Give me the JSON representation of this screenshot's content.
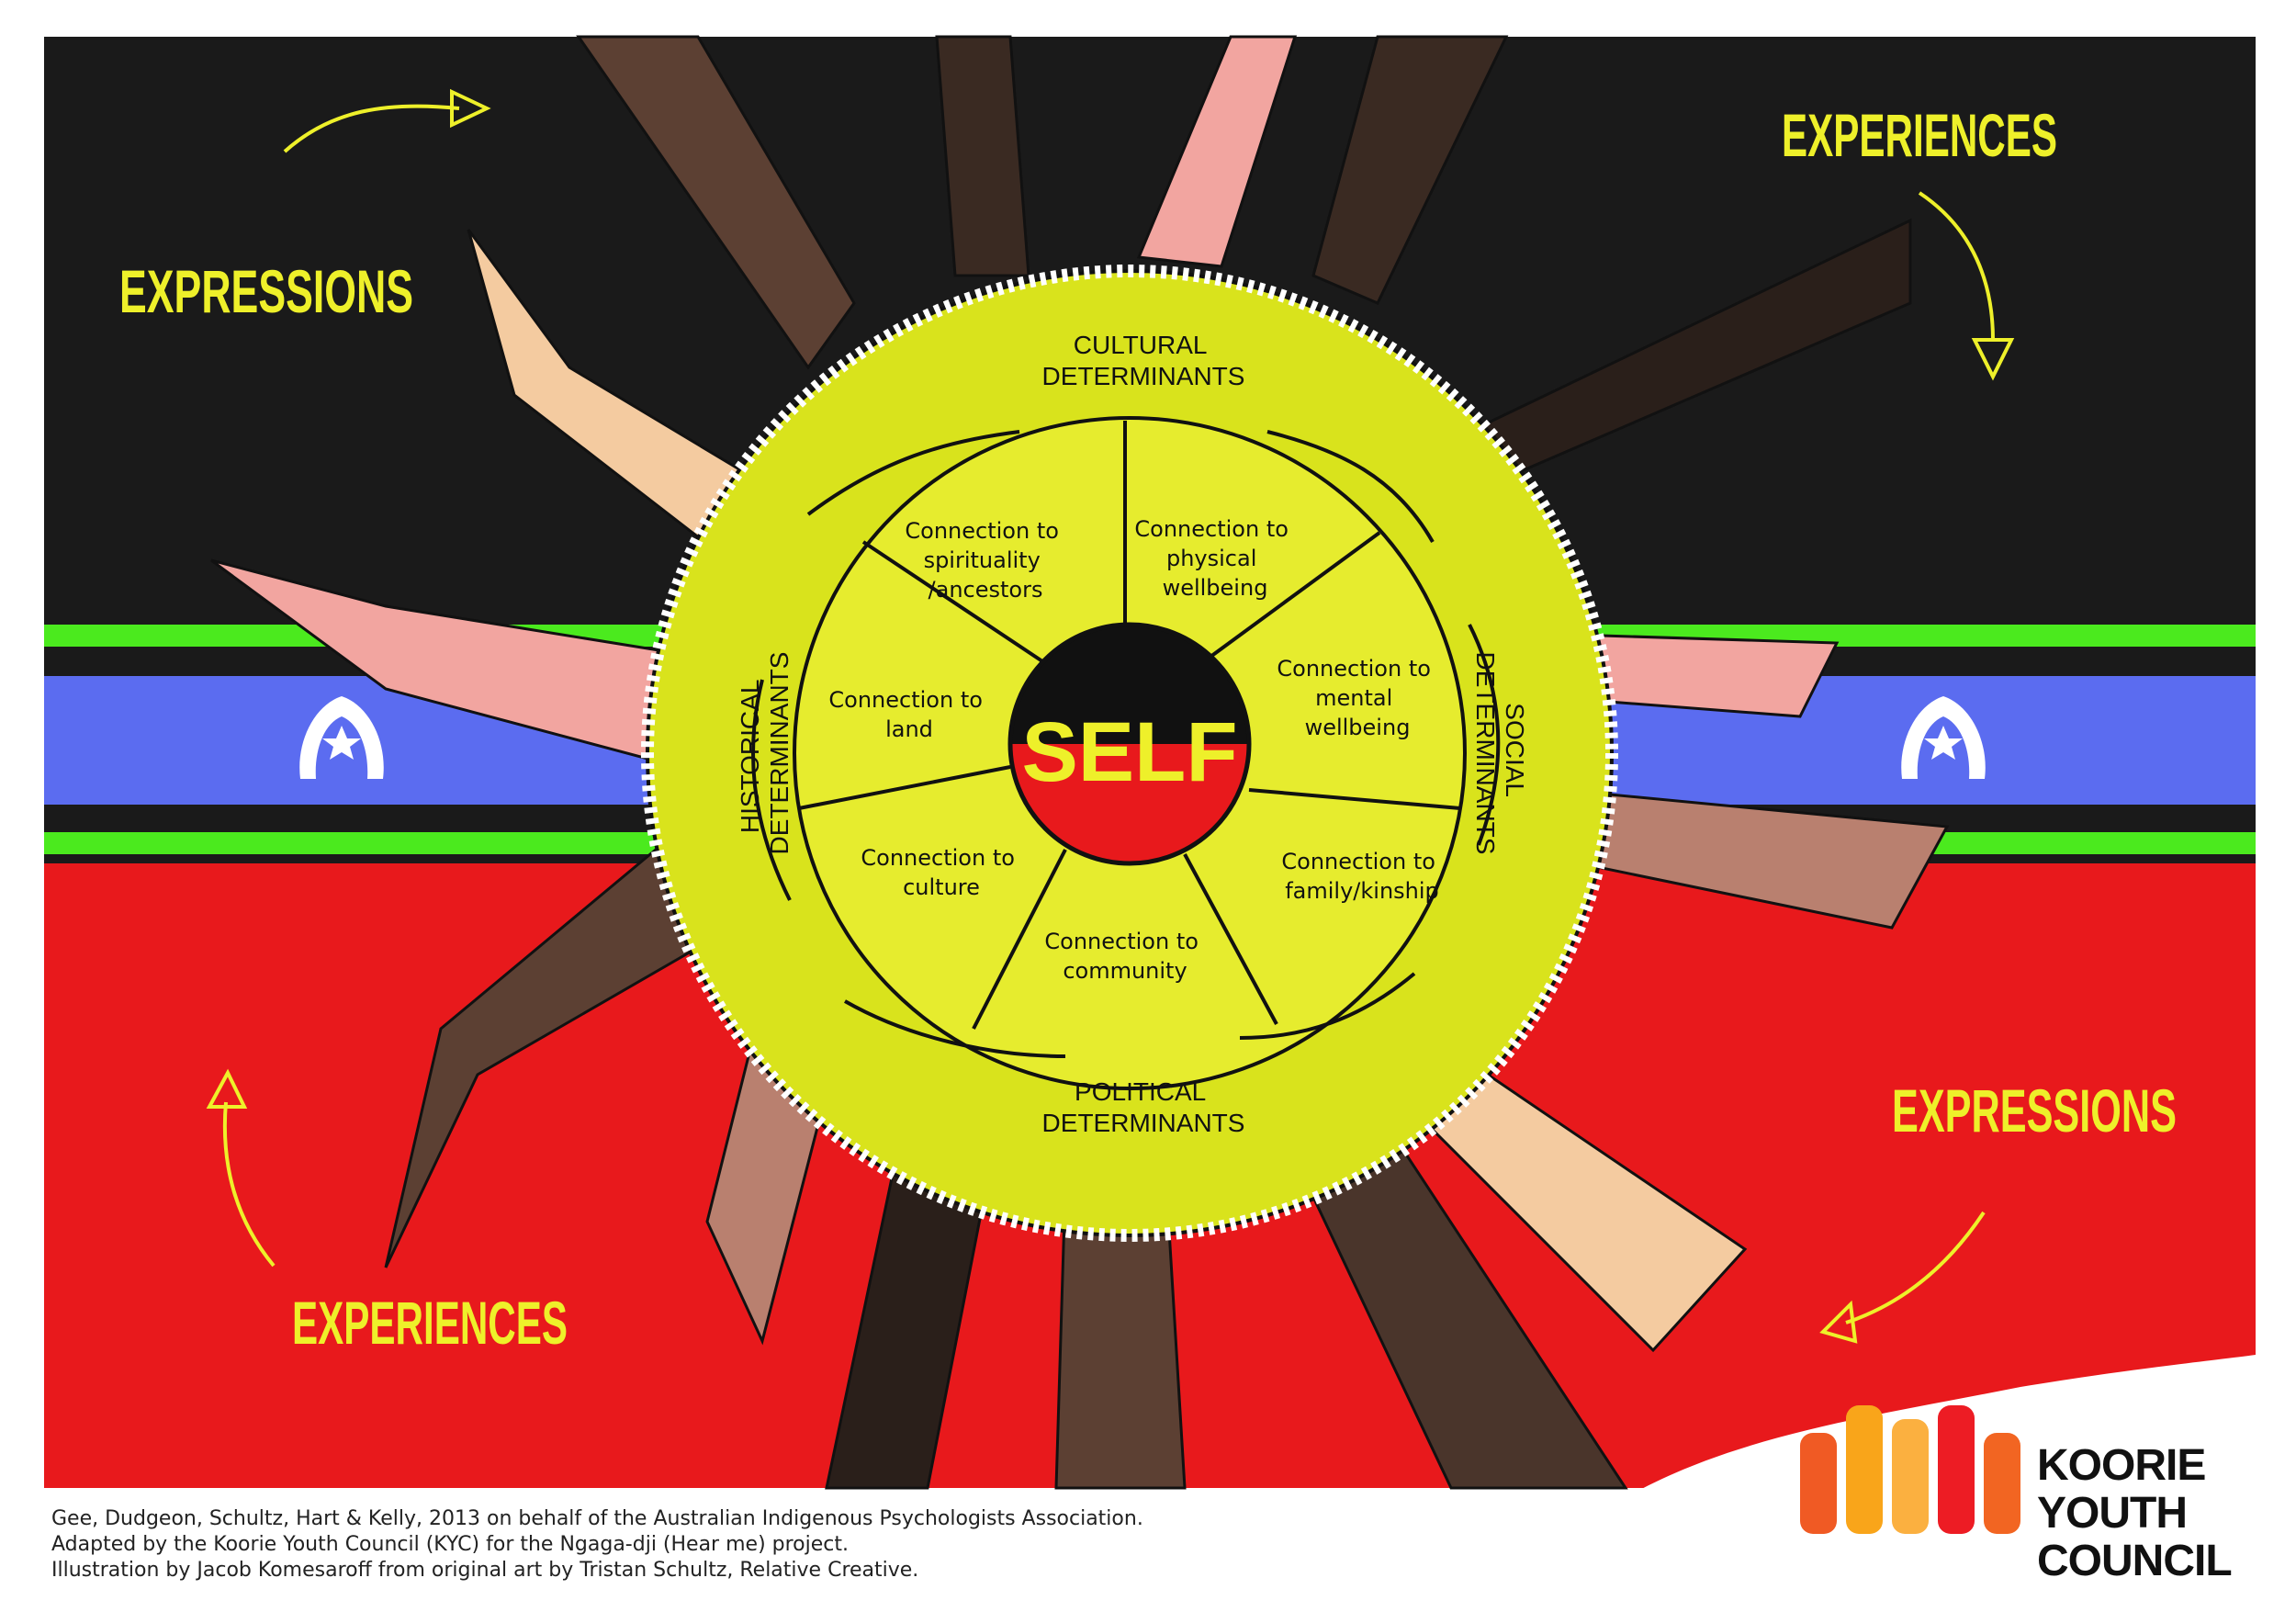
{
  "center_label": "SELF",
  "determinants": {
    "cultural": [
      "CULTURAL",
      "DETERMINANTS"
    ],
    "social": [
      "SOCIAL",
      "DETERMINANTS"
    ],
    "political": [
      "POLITICAL",
      "DETERMINANTS"
    ],
    "historical": [
      "HISTORICAL",
      "DETERMINANTS"
    ]
  },
  "connections": [
    [
      "Connection to",
      "spirituality",
      "/ancestors"
    ],
    [
      "Connection to",
      "physical",
      "wellbeing"
    ],
    [
      "Connection to",
      "mental",
      "wellbeing"
    ],
    [
      "Connection to",
      "family/kinship"
    ],
    [
      "Connection to",
      "community"
    ],
    [
      "Connection to",
      "culture"
    ],
    [
      "Connection to",
      "land"
    ]
  ],
  "corner_labels": {
    "top_left": "EXPRESSIONS",
    "top_right": "EXPERIENCES",
    "bottom_right": "EXPRESSIONS",
    "bottom_left": "EXPERIENCES"
  },
  "credits": [
    "Gee, Dudgeon, Schultz, Hart & Kelly, 2013 on behalf of the Australian Indigenous Psychologists Association.",
    "Adapted by the Koorie Youth Council (KYC) for the Ngaga-dji (Hear me) project.",
    "Illustration by Jacob Komesaroff from original art by Tristan Schultz, Relative Creative."
  ],
  "logo": [
    "KOORIE",
    "YOUTH",
    "COUNCIL"
  ],
  "colors": {
    "black": "#1a1a1a",
    "red": "#e8191c",
    "blue": "#5b6cf0",
    "green": "#4bea1e",
    "yellow_outer": "#d9e31c",
    "yellow_inner": "#e6ec2e",
    "label_yellow": "#eef02a"
  },
  "icons": [
    "dhari-headdress-icon",
    "dhari-headdress-icon"
  ]
}
